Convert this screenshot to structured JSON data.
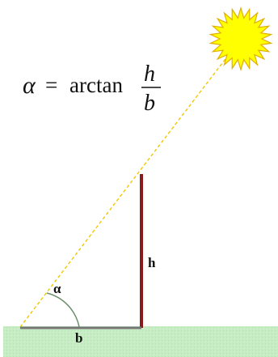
{
  "formula": {
    "alpha": "α",
    "equals": "=",
    "func": "arctan",
    "numerator": "h",
    "denominator": "b"
  },
  "labels": {
    "height": "h",
    "base": "b",
    "angle": "α"
  },
  "colors": {
    "ground": "#c5ecc2",
    "pole": "#8b1a1a",
    "base_line": "#777777",
    "ray": "#f0c800",
    "sun_fill": "#ffff00",
    "sun_stroke": "#e0b000",
    "angle_arc": "#6c8f6c"
  }
}
